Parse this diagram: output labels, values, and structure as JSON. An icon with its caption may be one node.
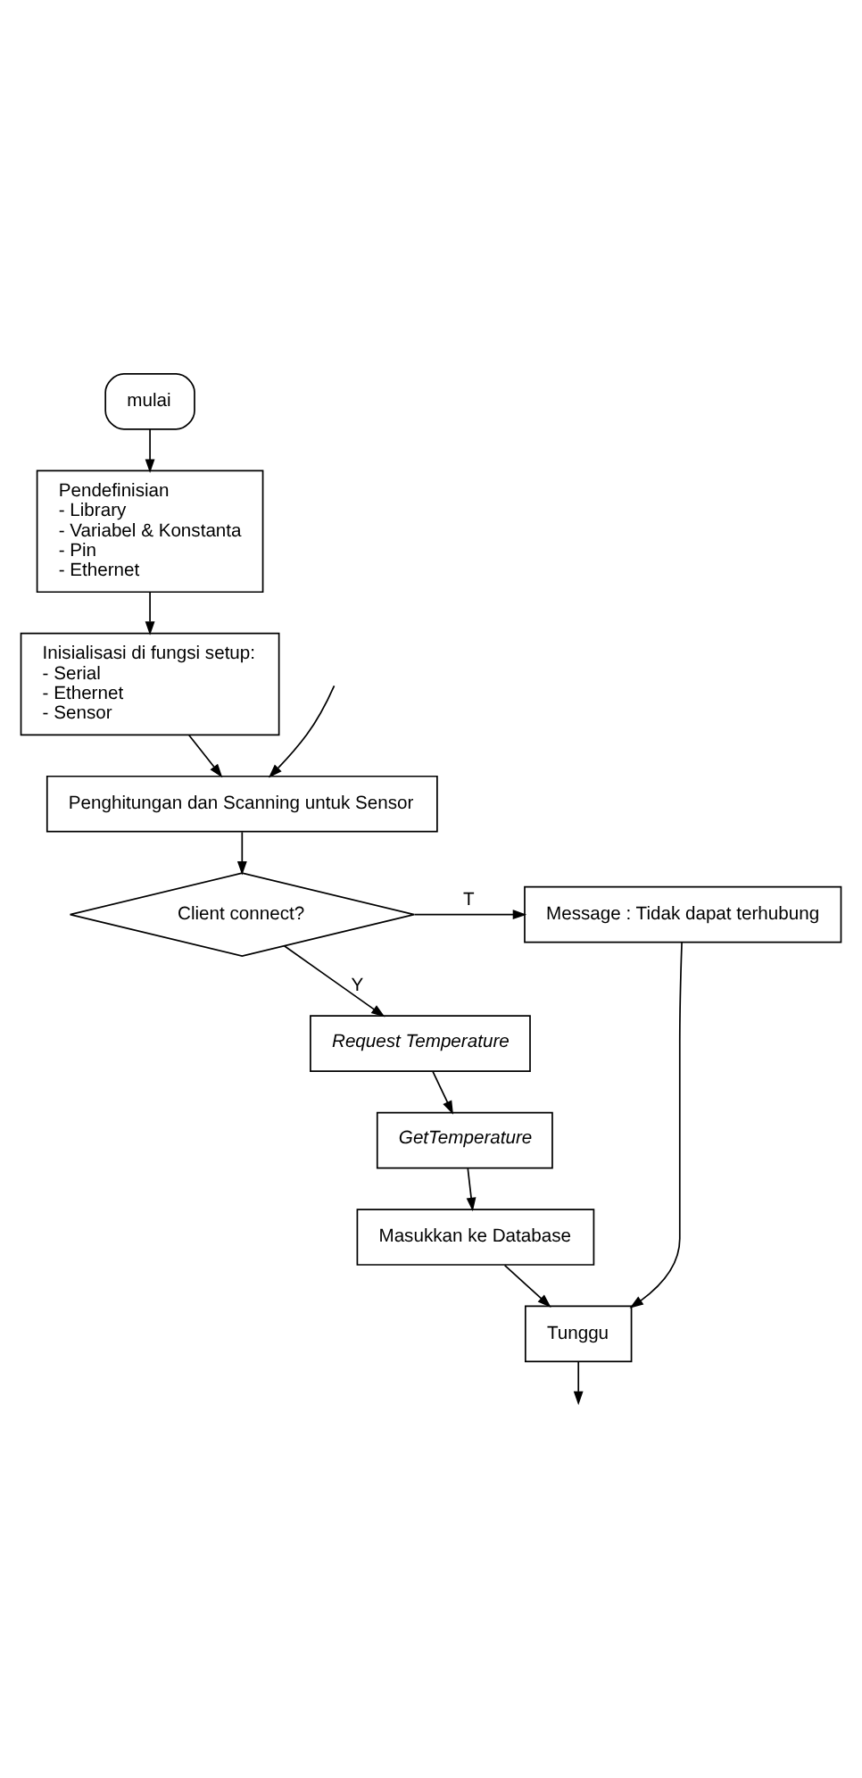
{
  "diagram": {
    "nodes": [
      {
        "text": [
          "mulai"
        ]
      },
      {
        "text": [
          "Pendefinisian",
          "- Library",
          "- Variabel & Konstanta",
          "- Pin",
          "- Ethernet"
        ]
      },
      {
        "text": [
          "Inisialisasi di fungsi setup:",
          "- Serial",
          "- Ethernet",
          "- Sensor"
        ]
      },
      {
        "text": [
          "Penghitungan dan Scanning untuk Sensor"
        ]
      },
      {
        "text": [
          "Client connect?"
        ]
      },
      {
        "text": [
          "Message : Tidak dapat terhubung"
        ]
      },
      {
        "text": [
          "Request Temperature"
        ]
      },
      {
        "text": [
          "GetTemperature"
        ]
      },
      {
        "text": [
          "Masukkan ke Database"
        ]
      },
      {
        "text": [
          "Tunggu"
        ]
      }
    ],
    "edges": [
      {
        "from": 0,
        "to": 1,
        "arrow": "to"
      },
      {
        "from": 1,
        "to": 2,
        "arrow": "to"
      },
      {
        "from": 2,
        "to": 3,
        "arrow": "to"
      },
      {
        "from": null,
        "to": 3,
        "arrow": "to"
      },
      {
        "from": 3,
        "to": 4,
        "arrow": "to"
      },
      {
        "from": 4,
        "to": 5,
        "label": "T",
        "arrow": "to"
      },
      {
        "from": 4,
        "to": 6,
        "label": "Y",
        "arrow": "to"
      },
      {
        "from": 6,
        "to": 7,
        "arrow": "to"
      },
      {
        "from": 7,
        "to": 8,
        "arrow": "to"
      },
      {
        "from": 8,
        "to": 9,
        "arrow": "to"
      },
      {
        "from": 5,
        "to": 9,
        "arrow": "to"
      },
      {
        "from": 9,
        "to": null,
        "arrow": "to"
      }
    ]
  }
}
